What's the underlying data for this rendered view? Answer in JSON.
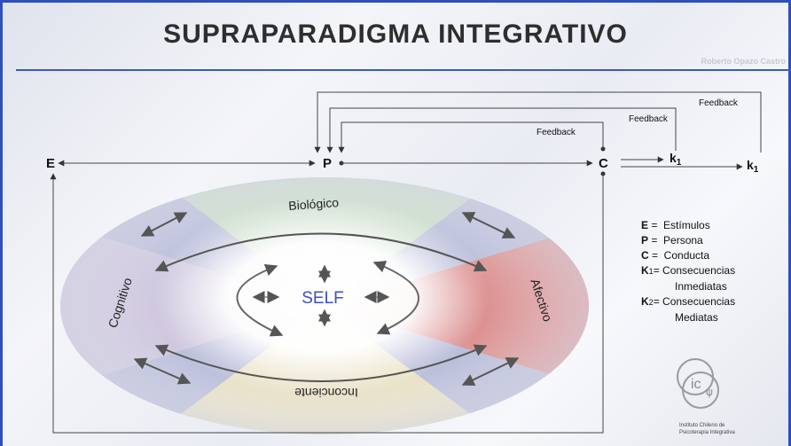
{
  "header": {
    "title": "SUPRAPARADIGMA  INTEGRATIVO",
    "author": "Roberto Opazo Castro"
  },
  "flow": {
    "e_label": "E",
    "p_label": "P",
    "c_label": "C",
    "k_label_near": "k",
    "k_label_far": "k",
    "k_subscript": "1",
    "feedback_1": "Feedback",
    "feedback_2": "Feedback",
    "feedback_3": "Feedback"
  },
  "wheel": {
    "top": "Biológico",
    "left": "Cognitivo",
    "right": "Afectivo",
    "bottom": "Inconciente",
    "center": "SELF"
  },
  "legend": [
    {
      "key": "E",
      "sub": "",
      "sep": " =",
      "text": "Estímulos"
    },
    {
      "key": "P",
      "sub": "",
      "sep": " =",
      "text": "Persona"
    },
    {
      "key": "C",
      "sub": "",
      "sep": " =",
      "text": "Conducta"
    },
    {
      "key": "K",
      "sub": "1",
      "sep": "=",
      "text": "Consecuencias",
      "cont": "Inmediatas"
    },
    {
      "key": "K",
      "sub": "2",
      "sep": "=",
      "text": "Consecuencias",
      "cont": "Mediatas"
    }
  ],
  "logo": {
    "mark": "ic",
    "caption_line1": "Instituto Chileno de",
    "caption_line2": "Psicoterapia Integrativa"
  }
}
